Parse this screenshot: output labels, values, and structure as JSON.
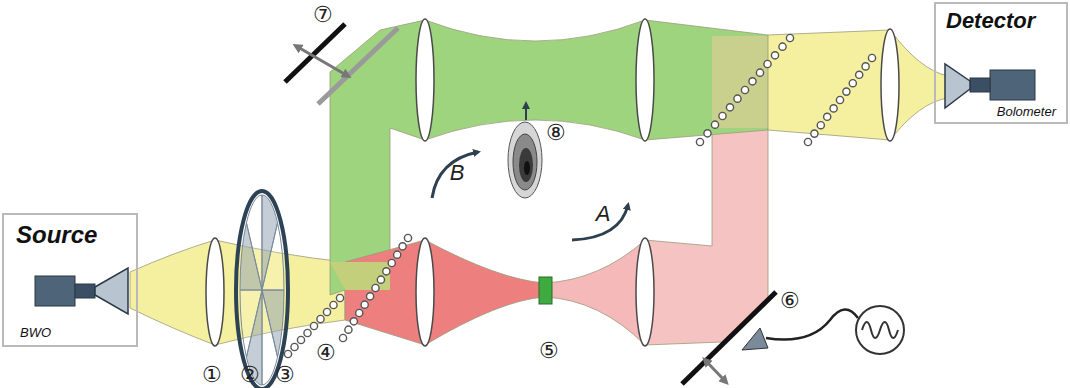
{
  "diagram": {
    "nodes": [
      {
        "text": [
          "Source",
          "BWO"
        ]
      },
      {
        "text": [
          "Detector",
          "Bolometer"
        ]
      }
    ],
    "labels": [
      "⑦",
      "B",
      "⑧",
      "A",
      "①",
      "②",
      "③",
      "④",
      "⑤",
      "⑥"
    ]
  }
}
